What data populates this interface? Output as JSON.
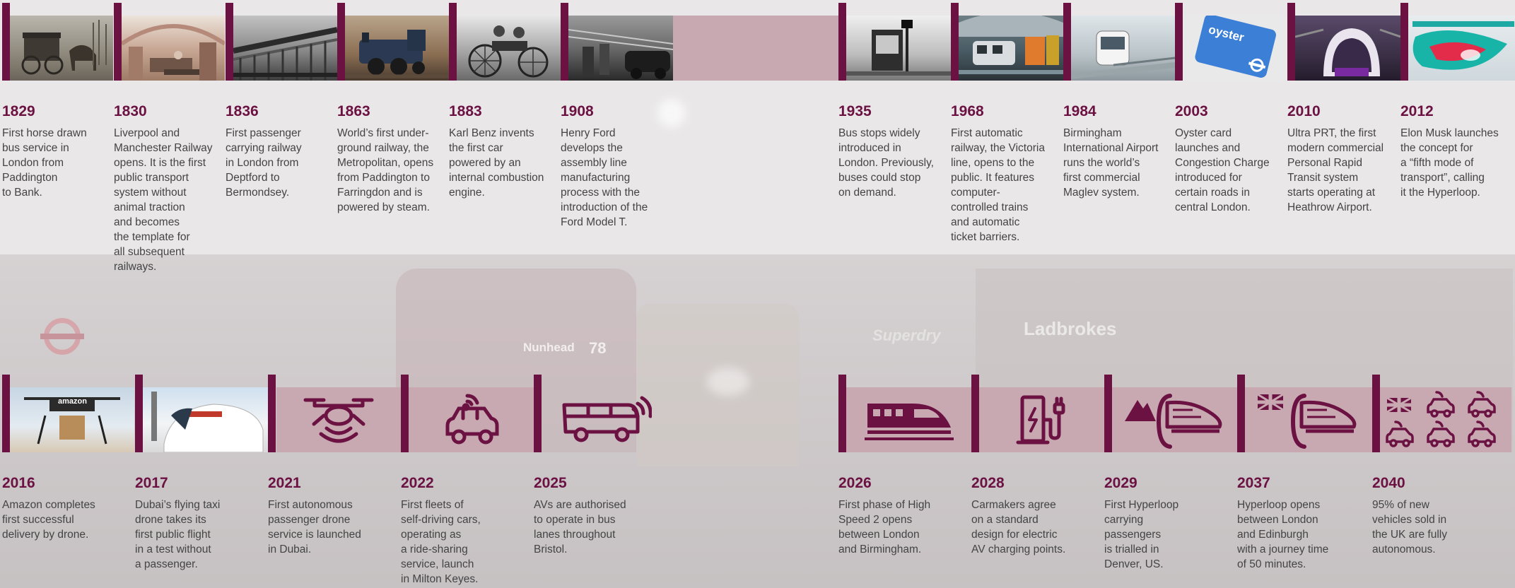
{
  "colors": {
    "accent": "#6b1243",
    "band": "#c9a9b1",
    "text": "#444444"
  },
  "background": {
    "bus_route": "Nunhead",
    "bus_number": "78",
    "shop_sign": "Ladbrokes",
    "shop_sign2": "Superdry"
  },
  "top_row": [
    {
      "year": "1829",
      "text": "First horse drawn\nbus service in\nLondon from\nPaddington\nto Bank.",
      "image": "horse-bus-photo"
    },
    {
      "year": "1830",
      "text": "Liverpool and\nManchester Railway\nopens. It is the first\npublic transport\nsystem without\nanimal traction\nand becomes\nthe template for\nall subsequent\nrailways.",
      "image": "railway-station-photo"
    },
    {
      "year": "1836",
      "text": "First passenger\ncarrying railway\nin London from\nDeptford to\nBermondsey.",
      "image": "viaduct-photo"
    },
    {
      "year": "1863",
      "text": "World’s first under-\nground railway, the\nMetropolitan, opens\nfrom Paddington to\nFarringdon and is\npowered by steam.",
      "image": "steam-locomotive-photo"
    },
    {
      "year": "1883",
      "text": "Karl Benz invents\nthe first car\npowered by an\ninternal combustion\nengine.",
      "image": "benz-car-photo"
    },
    {
      "year": "1908",
      "text": "Henry Ford\ndevelops the\nassembly line\nmanufacturing\nprocess with the\nintroduction of the\nFord Model T.",
      "image": "assembly-line-photo"
    },
    {
      "year": "1935",
      "text": "Bus stops widely\nintroduced in\nLondon. Previously,\nbuses could stop\non demand.",
      "image": "bus-stop-photo"
    },
    {
      "year": "1968",
      "text": "First automatic\nrailway, the Victoria\nline, opens to the\npublic. It features\ncomputer-\ncontrolled trains\nand automatic\nticket barriers.",
      "image": "victoria-line-photo"
    },
    {
      "year": "1984",
      "text": "Birmingham\nInternational Airport\nruns the world’s\nfirst commercial\nMaglev system.",
      "image": "maglev-photo"
    },
    {
      "year": "2003",
      "text": "Oyster card\nlaunches and\nCongestion Charge\nintroduced for\ncertain roads in\ncentral London.",
      "image": "oyster-card",
      "card_label": "oyster"
    },
    {
      "year": "2010",
      "text": "Ultra PRT, the first\nmodern commercial\nPersonal Rapid\nTransit system\nstarts operating at\nHeathrow Airport.",
      "image": "prt-pod-photo"
    },
    {
      "year": "2012",
      "text": "Elon Musk launches\nthe concept for\na “fifth mode of\ntransport”, calling\nit the Hyperloop.",
      "image": "hyperloop-render"
    }
  ],
  "bottom_row": [
    {
      "year": "2016",
      "text": "Amazon completes\nfirst successful\ndelivery by drone.",
      "image": "amazon-drone-photo",
      "drone_label": "amazon"
    },
    {
      "year": "2017",
      "text": "Dubai’s flying taxi\ndrone takes its\nfirst public flight\nin a test without\na passenger.",
      "image": "flying-taxi-photo"
    },
    {
      "year": "2021",
      "text": "First autonomous\npassenger drone\nservice is launched\nin Dubai.",
      "icon": "drone-icon"
    },
    {
      "year": "2022",
      "text": "First fleets of\nself-driving cars,\noperating as\na ride-sharing\nservice, launch\nin Milton Keyes.",
      "icon": "connected-car-icon"
    },
    {
      "year": "2025",
      "text": "AVs are authorised\nto operate in bus\nlanes throughout\nBristol.",
      "icon": "connected-bus-icon"
    },
    {
      "year": "2026",
      "text": "First phase of High\nSpeed 2 opens\nbetween London\nand Birmingham.",
      "icon": "high-speed-train-icon"
    },
    {
      "year": "2028",
      "text": "Carmakers agree\non a standard\ndesign for electric\nAV charging points.",
      "icon": "ev-charger-icon"
    },
    {
      "year": "2029",
      "text": "First Hyperloop\ncarrying\npassengers\nis trialled in\nDenver, US.",
      "icon": "mountain-hyperloop-icon"
    },
    {
      "year": "2037",
      "text": "Hyperloop opens\nbetween London\nand Edinburgh\nwith a journey time\nof 50 minutes.",
      "icon": "uk-hyperloop-icon"
    },
    {
      "year": "2040",
      "text": "95% of new\nvehicles sold in\nthe UK are fully\nautonomous.",
      "icon": "uk-autonomous-cars-icon"
    }
  ]
}
